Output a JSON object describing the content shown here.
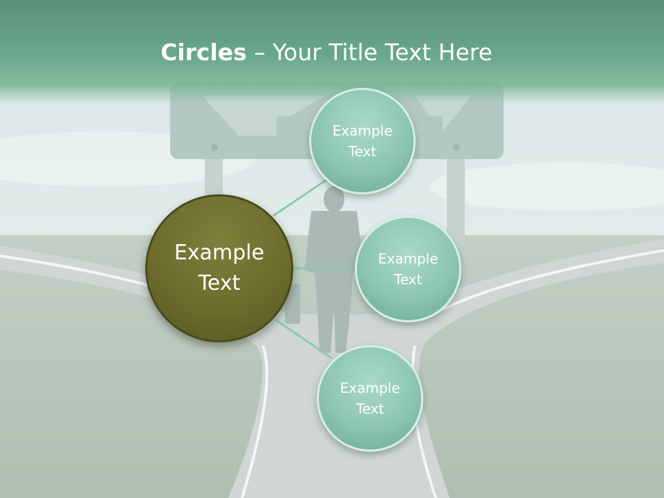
{
  "title": {
    "bold": "Circles",
    "rest": " – Your Title Text Here"
  },
  "center_circle": {
    "label": "Example\nText"
  },
  "satellites": [
    {
      "label": "Example\nText"
    },
    {
      "label": "Example\nText"
    },
    {
      "label": "Example\nText"
    }
  ],
  "colors": {
    "title_bar": "#6aa88d",
    "center_circle": "#6b6a2c",
    "satellite_circle": "#8cc5b2",
    "connector": "#8cc9b3"
  }
}
